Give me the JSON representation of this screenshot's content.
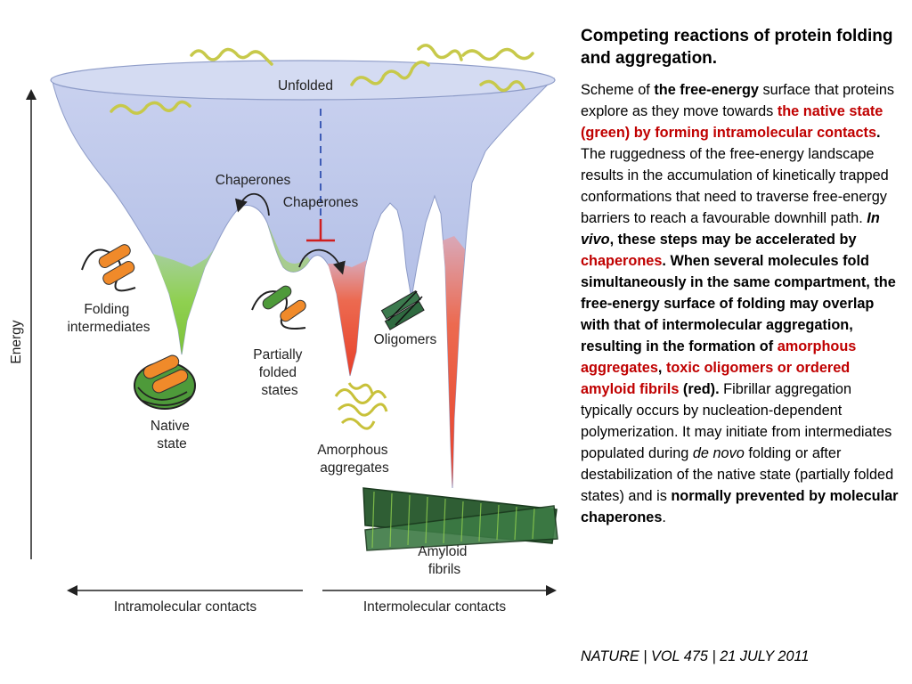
{
  "figure": {
    "labels": {
      "unfolded": "Unfolded",
      "chaperones_left": "Chaperones",
      "chaperones_right": "Chaperones",
      "folding_intermediates": [
        "Folding",
        "intermediates"
      ],
      "partially_folded": [
        "Partially",
        "folded",
        "states"
      ],
      "native_state": [
        "Native",
        "state"
      ],
      "oligomers": "Oligomers",
      "amorphous": [
        "Amorphous",
        "aggregates"
      ],
      "amyloid": [
        "Amyloid",
        "fibrils"
      ],
      "energy_axis": "Energy",
      "intramolecular": "Intramolecular contacts",
      "intermolecular": "Intermolecular contacts"
    },
    "colors": {
      "funnel": "#b8c3e6",
      "native_green": "#8fcf4f",
      "aggregation_red": "#e8503a",
      "chaperone_inhibit": "#d01e1e",
      "dashed_line": "#3050b0"
    }
  },
  "caption": {
    "title": "Competing reactions of protein folding and aggregation.",
    "body": [
      {
        "text": "Scheme of ",
        "style": "n"
      },
      {
        "text": "the free-energy",
        "style": "b"
      },
      {
        "text": " surface that proteins explore as they move towards ",
        "style": "n"
      },
      {
        "text": "the native state (green) by forming intramolecular contacts",
        "style": "red"
      },
      {
        "text": ".",
        "style": "b"
      },
      {
        "text": " The ruggedness of the free-energy landscape results in the accumulation of kinetically trapped conformations that need to traverse free-energy barriers to reach a favourable downhill path. ",
        "style": "n"
      },
      {
        "text": "In vivo",
        "style": "bi"
      },
      {
        "text": ", these steps may be accelerated by ",
        "style": "b"
      },
      {
        "text": "chaperones",
        "style": "red"
      },
      {
        "text": ". When several molecules fold simultaneously in the same compartment, the free-energy surface of folding may overlap with that of intermolecular aggregation, resulting in the formation of ",
        "style": "b"
      },
      {
        "text": "amorphous aggregates",
        "style": "red"
      },
      {
        "text": ", ",
        "style": "b"
      },
      {
        "text": "toxic oligomers or ordered amyloid fibrils",
        "style": "red"
      },
      {
        "text": " (red).",
        "style": "b"
      },
      {
        "text": " Fibrillar aggregation typically occurs by nucleation-dependent polymerization. It may initiate from intermediates populated during ",
        "style": "n"
      },
      {
        "text": "de novo",
        "style": "i"
      },
      {
        "text": " folding or after destabilization of the native state (partially folded states) and is ",
        "style": "n"
      },
      {
        "text": "normally prevented by molecular chaperones",
        "style": "b"
      },
      {
        "text": ".",
        "style": "n"
      }
    ]
  },
  "citation": "NATURE | VOL 475 | 21 JULY 2011"
}
